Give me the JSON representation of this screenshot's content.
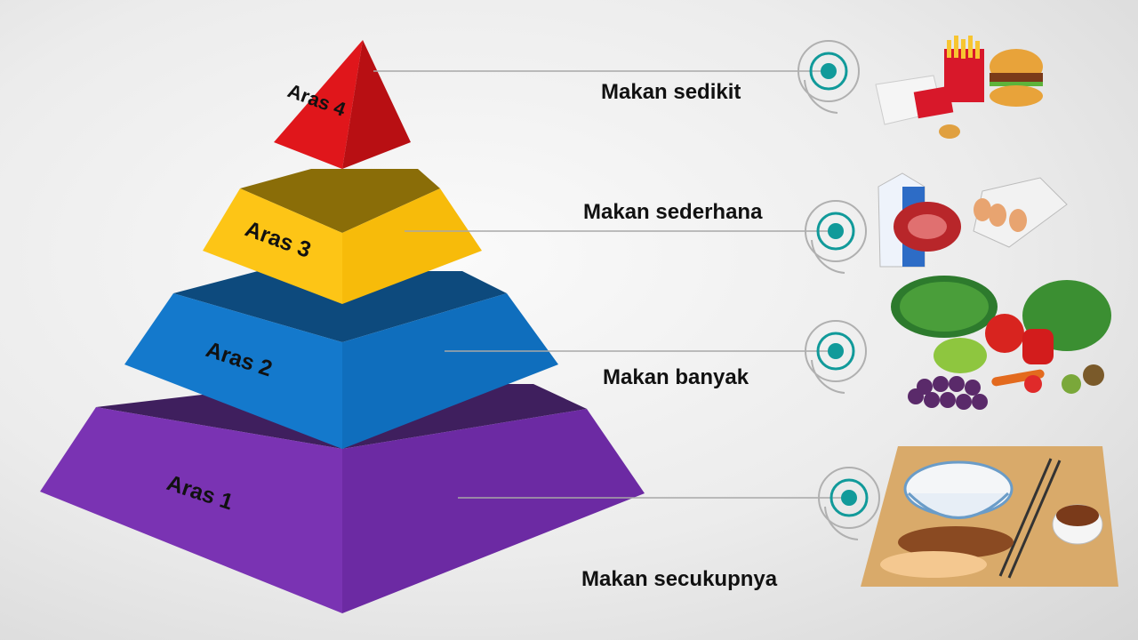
{
  "levels": [
    {
      "label": "Aras 1",
      "description": "Makan secukupnya",
      "color": "#7b35b5"
    },
    {
      "label": "Aras 2",
      "description": "Makan banyak",
      "color": "#1277c9"
    },
    {
      "label": "Aras 3",
      "description": "Makan sederhana",
      "color": "#fdc516"
    },
    {
      "label": "Aras 4",
      "description": "Makan sedikit",
      "color": "#e0161b"
    }
  ],
  "accent": "#119a9a"
}
